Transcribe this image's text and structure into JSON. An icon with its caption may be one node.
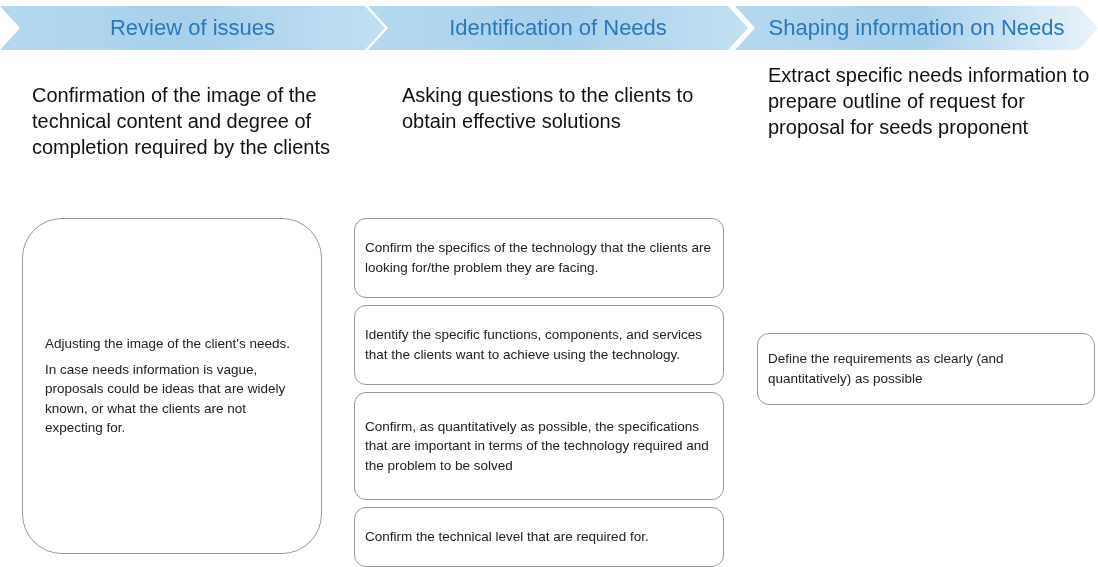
{
  "diagram": {
    "nodes": [
      {
        "text": [
          "Review of issues"
        ],
        "beside": [
          "Confirmation of the image of the technical content and degree of completion required by the clients"
        ]
      },
      {
        "text": [
          "Identification of Needs"
        ],
        "beside": [
          "Asking questions to the clients to obtain effective solutions"
        ]
      },
      {
        "text": [
          "Shaping information on Needs"
        ],
        "beside": [
          "Extract specific needs information to prepare outline of request for proposal for seeds proponent"
        ]
      },
      {
        "text": [
          "Adjusting the image of the client's needs.",
          "In case needs information is vague, proposals could be ideas that are widely known, or what the clients are not expecting for."
        ]
      },
      {
        "text": [
          "Confirm the specifics of the technology that the clients are looking for/the problem they are facing."
        ]
      },
      {
        "text": [
          "Identify the specific functions, components, and services that the clients want to achieve using the technology."
        ]
      },
      {
        "text": [
          "Confirm, as quantitatively as possible, the specifications that are important in terms of the technology required and the problem to be solved"
        ]
      },
      {
        "text": [
          "Confirm the technical level that are required for."
        ]
      },
      {
        "text": [
          "Define the requirements as clearly (and quantitatively) as possible"
        ]
      }
    ]
  }
}
